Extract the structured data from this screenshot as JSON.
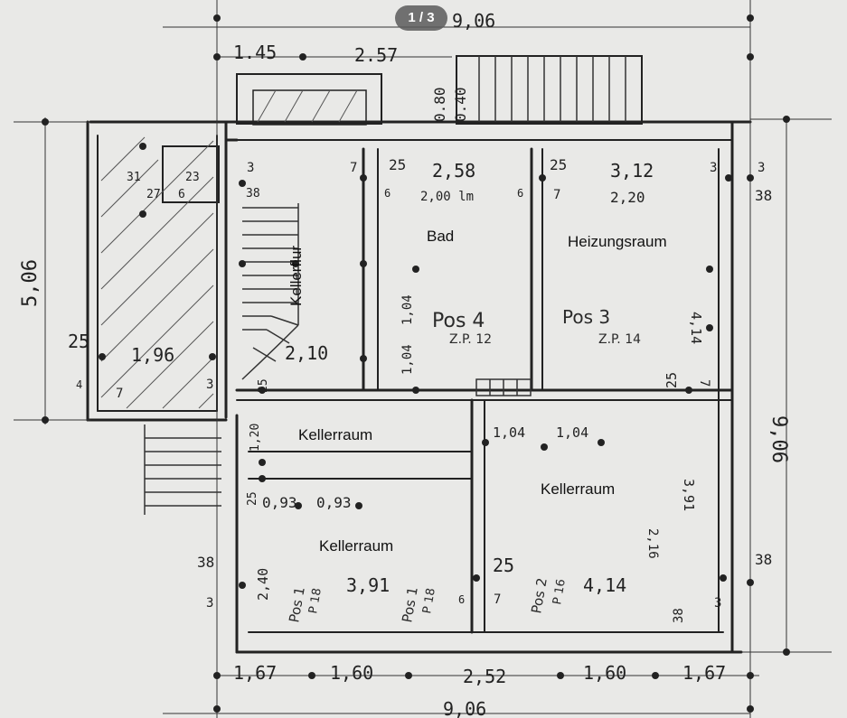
{
  "pager": {
    "label": "1 / 3"
  },
  "rooms": {
    "bad": "Bad",
    "heizungsraum": "Heizungsraum",
    "kellerflur": "Kellerflur",
    "kellerraum_1": "Kellerraum",
    "kellerraum_2": "Kellerraum",
    "kellerraum_3": "Kellerraum"
  },
  "dims": {
    "total_top": "9,06",
    "total_bottom": "9,06",
    "total_right": "9,06",
    "left_height": "5,06",
    "top_1": "1.45",
    "top_2": "2.57",
    "stair_top_1": "0.80",
    "stair_top_2": "0.40",
    "bad_w": "2,58",
    "bad_sub": "2,00 lm",
    "heiz_w": "3,12",
    "heiz_sub": "2,20",
    "flur_w": "2,10",
    "left_w": "1,96",
    "b_1": "1,67",
    "b_2": "1,60",
    "b_3": "2,52",
    "b_4": "1,60",
    "b_5": "1,67",
    "k1_w": "0,93",
    "k1_w2": "0,93",
    "k2_w": "3,91",
    "k3_w": "4,14",
    "k3_h": "3,91",
    "mid_1": "1,04",
    "mid_2": "1,04",
    "v_1": "1,04",
    "v_2": "1,04",
    "r_1": "4,14",
    "r_2": "2,16",
    "k_h": "2,40",
    "k_h2": "1,20",
    "w25a": "25",
    "w25b": "25",
    "w25c": "25",
    "w25d": "25",
    "w25e": "25",
    "w38a": "38",
    "w38b": "38",
    "w38c": "38",
    "w38d": "38",
    "w38e": "38",
    "w3a": "3",
    "w3b": "3",
    "w3c": "3",
    "w3d": "3",
    "w3e": "3",
    "w7a": "7",
    "w7b": "7",
    "w7c": "7",
    "w7d": "7",
    "w6a": "6",
    "w6b": "6",
    "w6c": "6",
    "w4": "4",
    "w31": "31",
    "w27": "27",
    "w6": "6",
    "w23": "23"
  },
  "pos": {
    "p4": "Pos 4",
    "p4sub": "Z.P. 12",
    "p3": "Pos 3",
    "p3sub": "Z.P. 14",
    "p1": "Pos 1",
    "p1sub": "P 18",
    "p2": "Pos 2",
    "p2sub": "P 16",
    "p5": "Pos 1",
    "p5sub": "P 18"
  }
}
